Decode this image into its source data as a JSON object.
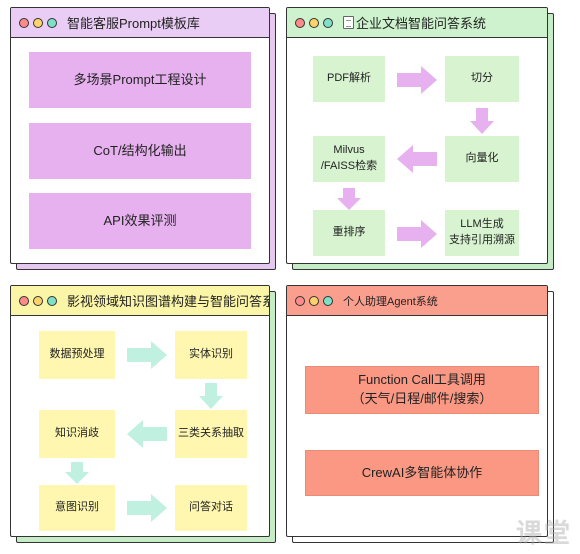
{
  "card1": {
    "title": "智能客服Prompt模板库",
    "items": [
      "多场景Prompt工程设计",
      "CoT/结构化输出",
      "API效果评测"
    ]
  },
  "card2": {
    "title": "企业文档智能问答系统",
    "icon": "document-icon",
    "nodes": {
      "pdf": "PDF解析",
      "split": "切分",
      "vector": "向量化",
      "milvus_line1": "Milvus",
      "milvus_line2": "/FAISS检索",
      "rerank": "重排序",
      "llm_line1": "LLM生成",
      "llm_line2": "支持引用溯源"
    }
  },
  "card3": {
    "title": "影视领域知识图谱构建与智能问答系统",
    "nodes": {
      "preprocess": "数据预处理",
      "entity": "实体识别",
      "relation": "三类关系抽取",
      "disambig": "知识消歧",
      "intent": "意图识别",
      "qa": "问答对话"
    }
  },
  "card4": {
    "title": "个人助理Agent系统",
    "fc_line1": "Function Call工具调用",
    "fc_line2": "（天气/日程/邮件/搜索）",
    "crew": "CrewAI多智能体协作"
  },
  "colors": {
    "purple_box": "#e6b1ee",
    "green_box": "#d8f3d0",
    "yellow_box": "#fff7b0",
    "salmon_box": "#fa9884",
    "purple_arrow": "#e6b1ee",
    "teal_arrow": "#bff0e0"
  },
  "watermark": "课堂"
}
